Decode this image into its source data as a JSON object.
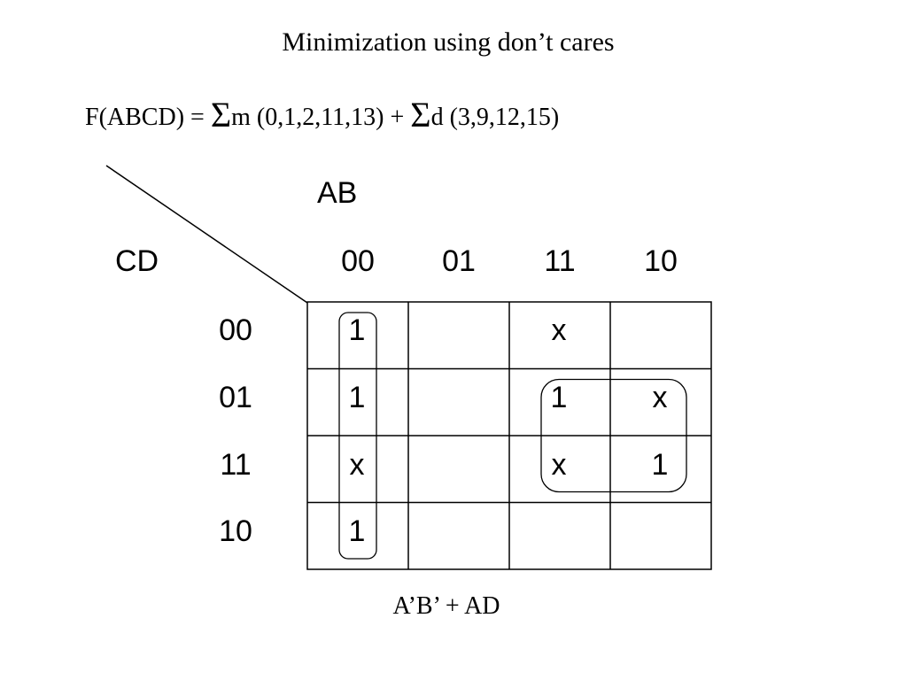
{
  "title": "Minimization using don’t cares",
  "formula": {
    "lhs": "F(ABCD) = ",
    "sigma_symbol": "Σ",
    "minterms": "m (0,1,2,11,13) + ",
    "dontcares": "d (3,9,12,15)"
  },
  "kmap": {
    "ab_label": "AB",
    "cd_label": "CD",
    "column_headers": [
      "00",
      "01",
      "11",
      "10"
    ],
    "row_headers": [
      "00",
      "01",
      "11",
      "10"
    ],
    "cells": [
      [
        "1",
        "",
        "x",
        ""
      ],
      [
        "1",
        "",
        "1",
        "x"
      ],
      [
        "x",
        "",
        "x",
        "1"
      ],
      [
        "1",
        "",
        "",
        ""
      ]
    ],
    "groups": [
      {
        "term": "A’B’",
        "rows": [
          0,
          3
        ],
        "cols": [
          0,
          0
        ]
      },
      {
        "term": "AD",
        "rows": [
          1,
          2
        ],
        "cols": [
          2,
          3
        ]
      }
    ]
  },
  "result": "A’B’ + AD",
  "colors": {
    "ink": "#000000",
    "background": "#ffffff"
  }
}
